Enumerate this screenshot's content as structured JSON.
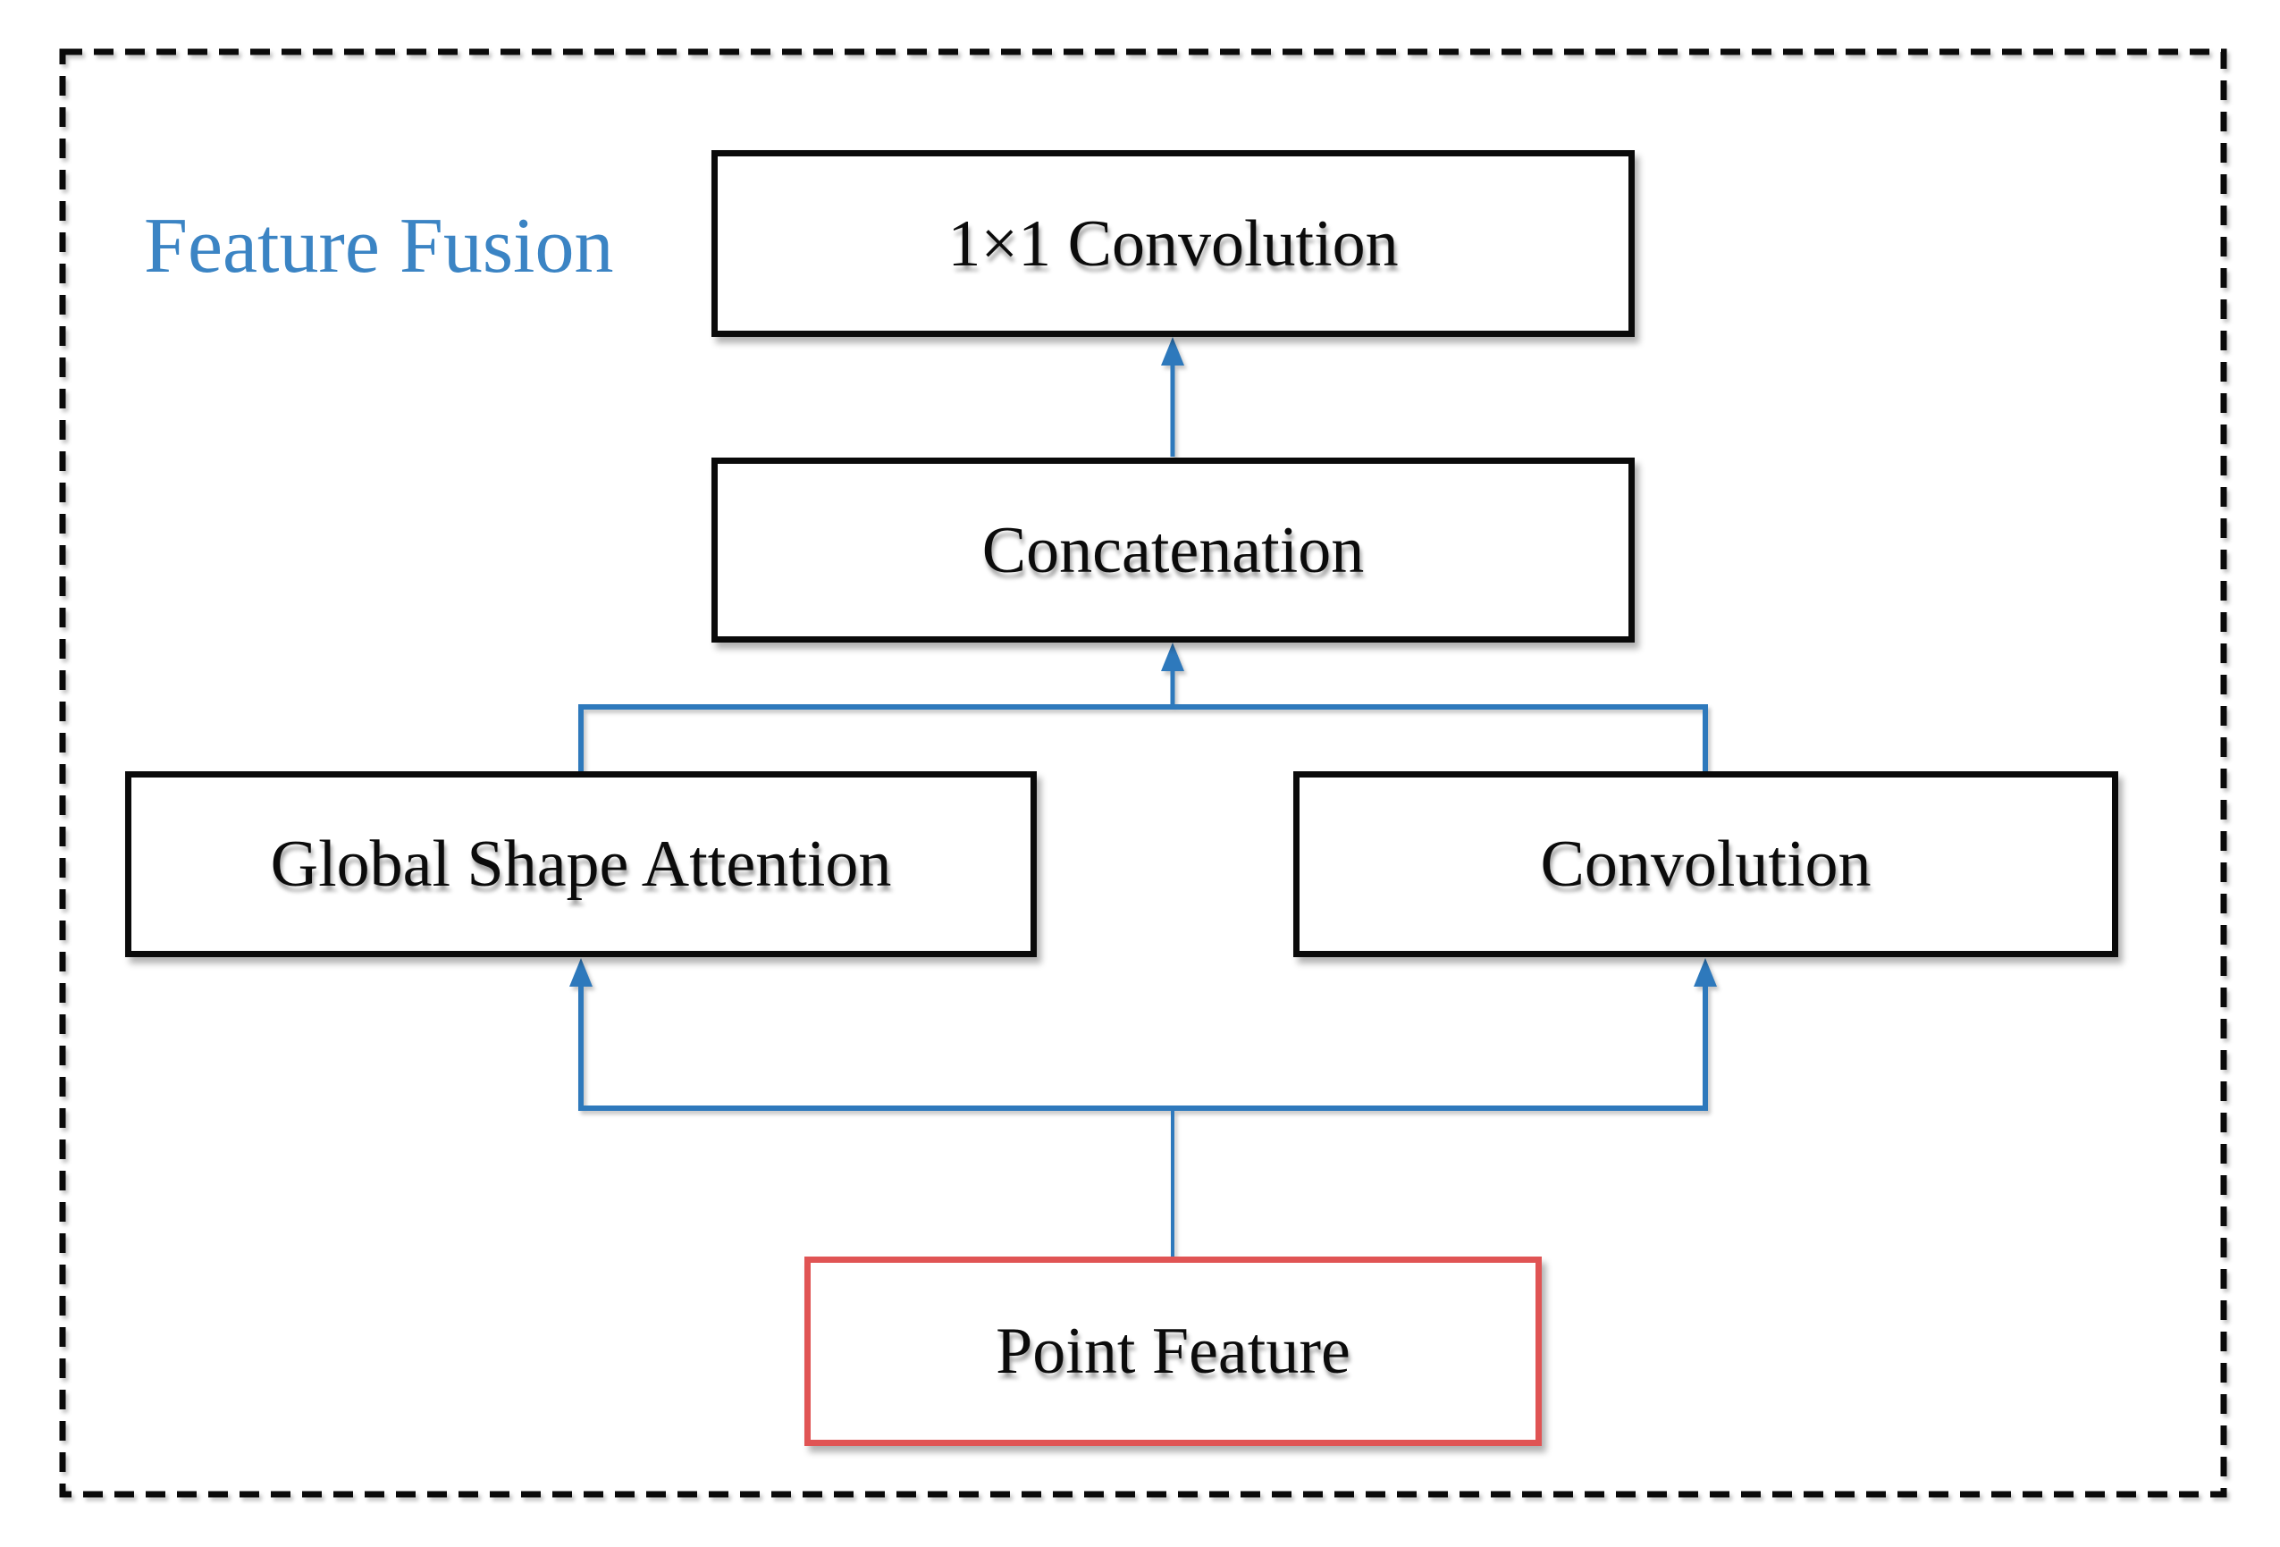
{
  "diagram": {
    "title": "Feature Fusion",
    "nodes": {
      "conv1x1": {
        "label": "1×1 Convolution"
      },
      "concatenation": {
        "label": "Concatenation"
      },
      "global_shape_attention": {
        "label": "Global Shape Attention"
      },
      "convolution": {
        "label": "Convolution"
      },
      "point_feature": {
        "label": "Point Feature"
      }
    },
    "edges": [
      {
        "from": "point_feature",
        "to": "global_shape_attention"
      },
      {
        "from": "point_feature",
        "to": "convolution"
      },
      {
        "from": "global_shape_attention",
        "to": "concatenation"
      },
      {
        "from": "convolution",
        "to": "concatenation"
      },
      {
        "from": "concatenation",
        "to": "conv1x1"
      }
    ],
    "colors": {
      "connector_blue": "#2E79BC",
      "title_blue": "#3B84C4",
      "node_border_black": "#0A0A0A",
      "point_feature_red": "#E05454",
      "background": "#FFFFFF"
    }
  }
}
